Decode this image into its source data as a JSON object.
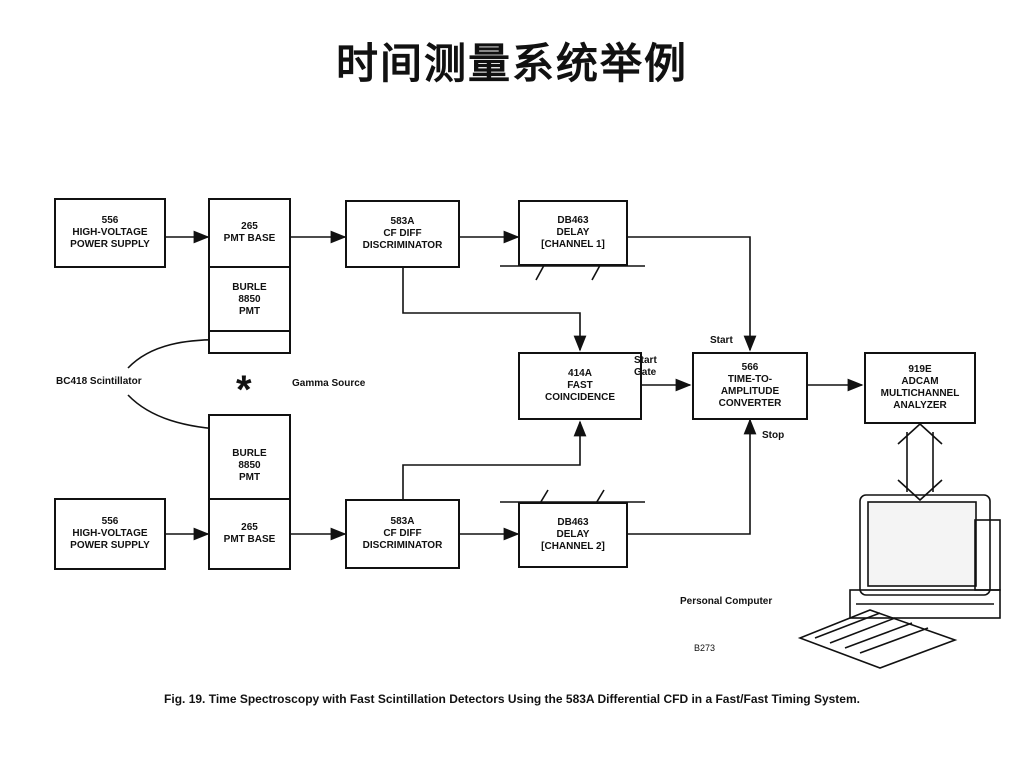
{
  "title": "时间测量系统举例",
  "blocks": {
    "hv_top": "556\nHIGH-VOLTAGE\nPOWER SUPPLY",
    "pmt_base_top": "265\nPMT BASE",
    "pmt_top": "BURLE\n8850\nPMT",
    "cfd_top": "583A\nCF DIFF\nDISCRIMINATOR",
    "delay_top": "DB463\nDELAY\n[CHANNEL 1]",
    "coincidence": "414A\nFAST\nCOINCIDENCE",
    "tac": "566\nTIME-TO-\nAMPLITUDE\nCONVERTER",
    "mca": "919E\nADCAM\nMULTICHANNEL\nANALYZER",
    "pmt_bottom": "BURLE\n8850\nPMT",
    "hv_bottom": "556\nHIGH-VOLTAGE\nPOWER SUPPLY",
    "pmt_base_bottom": "265\nPMT BASE",
    "cfd_bottom": "583A\nCF DIFF\nDISCRIMINATOR",
    "delay_bottom": "DB463\nDELAY\n[CHANNEL 2]"
  },
  "labels": {
    "scintillator": "BC418 Scintillator",
    "gamma_source": "Gamma Source",
    "start_gate": "Start\nGate",
    "start": "Start",
    "stop": "Stop",
    "pc": "Personal Computer",
    "code": "B273",
    "star": "*"
  },
  "caption": "Fig. 19.  Time Spectroscopy with Fast Scintillation Detectors Using the 583A Differential CFD in a Fast/Fast Timing System."
}
